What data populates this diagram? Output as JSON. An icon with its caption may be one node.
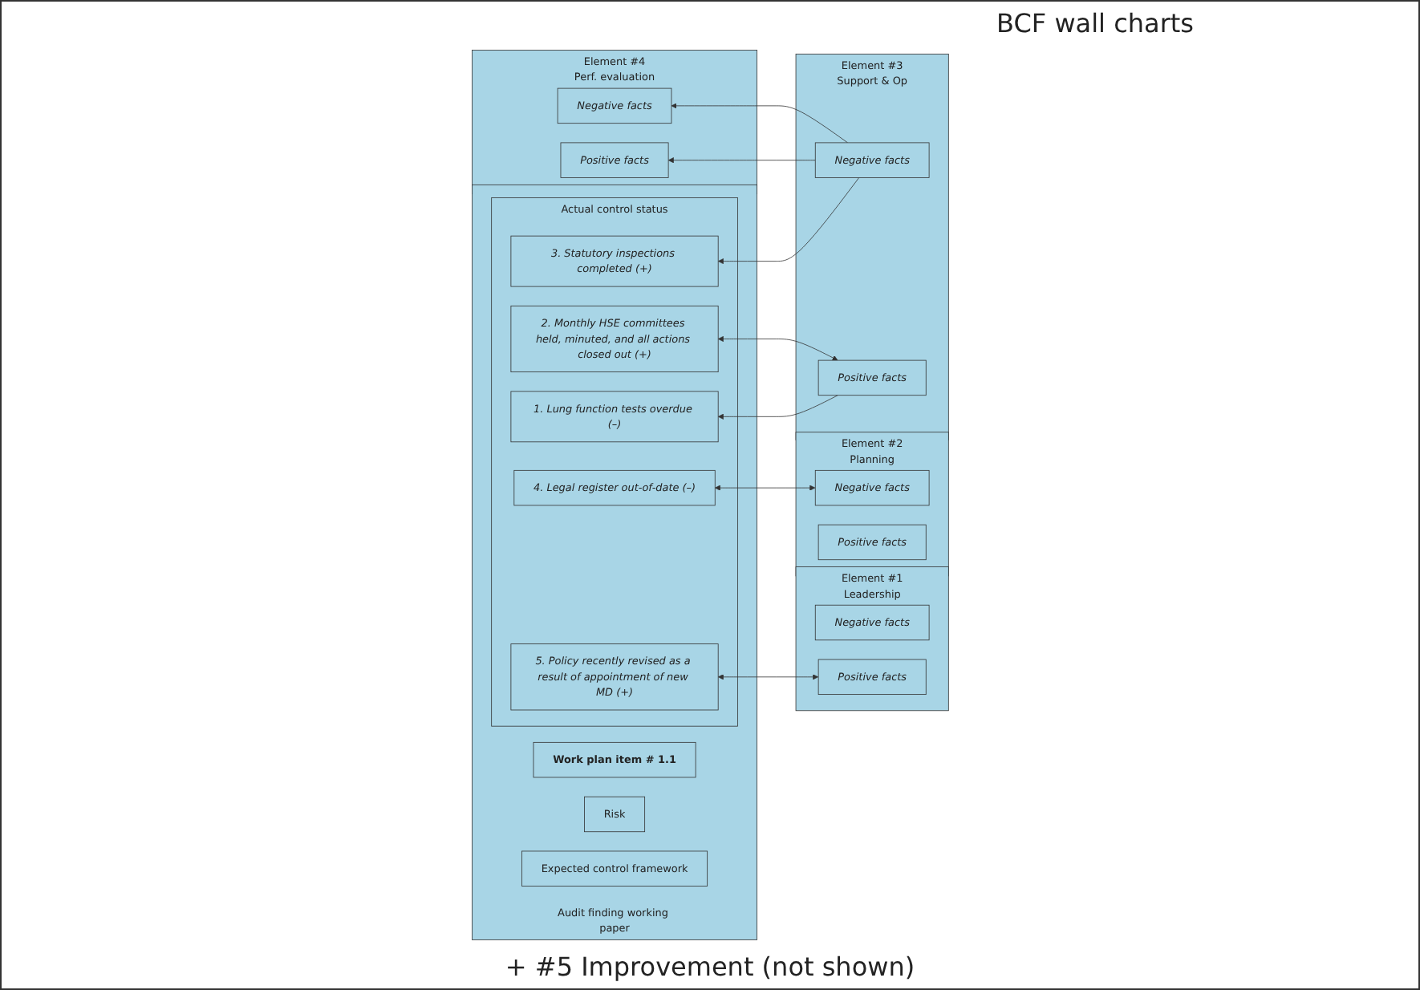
{
  "diagram": {
    "nodes": [
      {
        "text": [
          "Audit finding working paper"
        ]
      },
      {
        "text": [
          "Work plan item # 1.1"
        ],
        "in": 0
      },
      {
        "text": [
          "Risk"
        ],
        "in": 0
      },
      {
        "text": [
          "Expected control framework"
        ],
        "in": 0
      },
      {
        "text": [
          "Actual control status"
        ],
        "in": 0
      },
      {
        "text": [
          "1. Lung function tests overdue (–)"
        ],
        "in": 4
      },
      {
        "text": [
          "2. Monthly HSE committees held, minuted, and all actions closed out (+)"
        ],
        "in": 4
      },
      {
        "text": [
          "3. Statutory inspections completed (+)"
        ],
        "in": 4
      },
      {
        "text": [
          "4. Legal register out-of-date (–)"
        ],
        "in": 4
      },
      {
        "text": [
          "5. Policy recently revised as a result of appointment of new MD (+)"
        ],
        "in": 4
      },
      {
        "text": [
          "Element #1",
          "Leadership"
        ]
      },
      {
        "text": [
          "Positive facts"
        ],
        "in": 10
      },
      {
        "text": [
          "Negative facts"
        ],
        "in": 10
      },
      {
        "text": [
          "Element #2",
          "Planning"
        ]
      },
      {
        "text": [
          "Positive facts"
        ],
        "in": 13
      },
      {
        "text": [
          "Negative facts"
        ],
        "in": 13
      },
      {
        "text": [
          "Element #3",
          "Support & Op"
        ]
      },
      {
        "text": [
          "Positive facts"
        ],
        "in": 16
      },
      {
        "text": [
          "Negative facts"
        ],
        "in": 16
      },
      {
        "text": [
          "Element #4",
          "Perf. evaluation"
        ]
      },
      {
        "text": [
          "Positive facts"
        ],
        "in": 19
      },
      {
        "text": [
          "Negative facts"
        ],
        "in": 19
      }
    ],
    "edges": [
      {
        "from": 9,
        "to": 11,
        "arrow": "both"
      },
      {
        "from": 15,
        "to": 8,
        "arrow": "both"
      },
      {
        "from": 17,
        "to": 5,
        "arrow": "to"
      },
      {
        "from": 6,
        "to": 17,
        "arrow": "both"
      },
      {
        "from": 18,
        "to": 7,
        "arrow": "to"
      },
      {
        "from": 18,
        "to": 20,
        "arrow": "to"
      },
      {
        "from": 18,
        "to": 21,
        "arrow": "to"
      }
    ],
    "labels": [
      "BCF wall charts",
      "+ #5 Improvement (not shown)"
    ]
  }
}
